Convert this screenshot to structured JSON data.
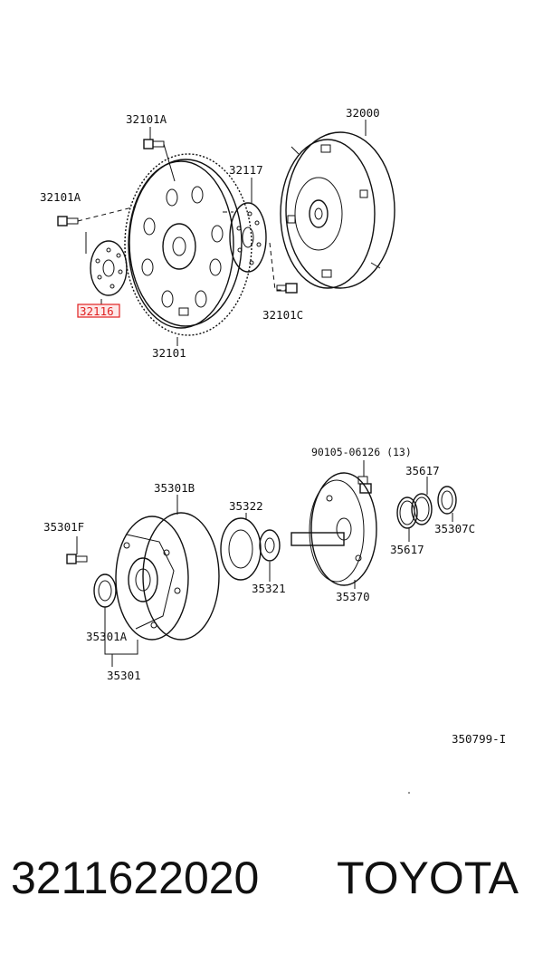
{
  "labels": {
    "p32101A_top": "32101A",
    "p32000": "32000",
    "p32101A_left": "32101A",
    "p32117": "32117",
    "p32116": "32116",
    "p32101C": "32101C",
    "p32101": "32101",
    "p90105": "90105-06126 (13)",
    "p35617_top": "35617",
    "p35301B": "35301B",
    "p35322": "35322",
    "p35301F": "35301F",
    "p35307C": "35307C",
    "p35617_bot": "35617",
    "p35321": "35321",
    "p35370": "35370",
    "p35301A": "35301A",
    "p35301": "35301",
    "ref": "350799-I"
  },
  "highlight_color": "#e02020",
  "caption": {
    "part_number": "3211622020",
    "brand": "TOYOTA"
  }
}
